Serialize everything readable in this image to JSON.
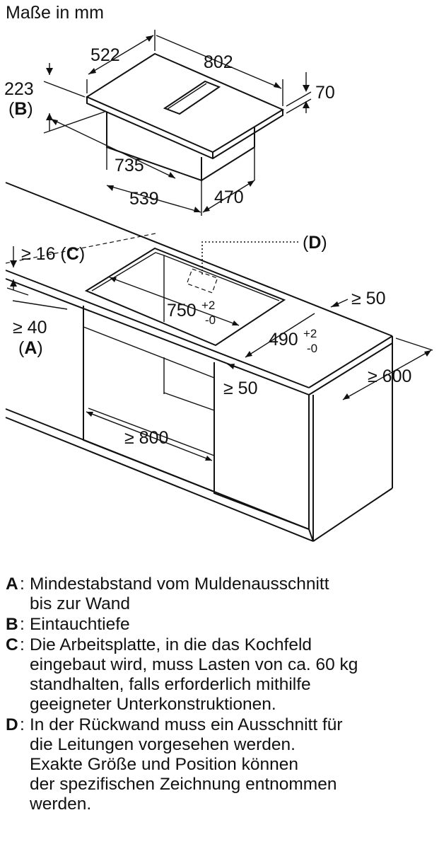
{
  "header": {
    "units": "Maße in mm"
  },
  "hob_dimensions": {
    "depth": "522",
    "width": "802",
    "installation_depth": "223",
    "installation_depth_key": "B",
    "thickness": "70",
    "body_width": "735",
    "body_depth_front": "539",
    "body_depth_side": "470"
  },
  "installation": {
    "worktop_min": "≥ 16",
    "worktop_key": "C",
    "wall_distance": "≥ 40",
    "wall_distance_key": "A",
    "cutout_key": "D",
    "cutout_width": "750",
    "cutout_width_tol_upper": "+2",
    "cutout_width_tol_lower": "-0",
    "cutout_depth": "490",
    "cutout_depth_tol_upper": "+2",
    "cutout_depth_tol_lower": "-0",
    "back_clearance": "≥ 50",
    "front_clearance": "≥ 50",
    "worktop_depth": "≥ 600",
    "cabinet_width": "≥ 800"
  },
  "legend": [
    {
      "key": "A",
      "text": "Mindestabstand vom Muldenausschnitt\nbis zur Wand"
    },
    {
      "key": "B",
      "text": "Eintauchtiefe"
    },
    {
      "key": "C",
      "text": "Die Arbeitsplatte, in die das Kochfeld\neingebaut wird, muss Lasten von ca. 60 kg\nstandhalten, falls erforderlich mithilfe\ngeeigneter Unterkonstruktionen."
    },
    {
      "key": "D",
      "text": "In der Rückwand muss ein Ausschnitt für\ndie Leitungen vorgesehen werden.\nExakte Größe und Position können\nder spezifischen Zeichnung entnommen\nwerden."
    }
  ]
}
